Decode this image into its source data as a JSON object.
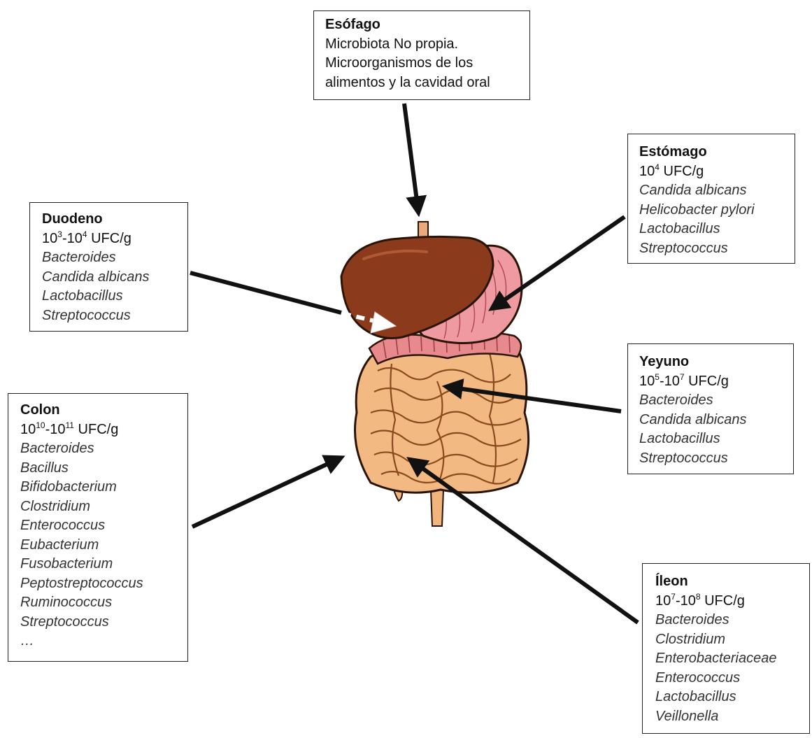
{
  "boxes": {
    "esofago": {
      "title": "Esófago",
      "lines": [
        "Microbiota No propia.",
        "Microorganismos de los",
        "alimentos y la cavidad oral"
      ]
    },
    "estomago": {
      "title": "Estómago",
      "count": {
        "base": "10",
        "exp": "4",
        "unit": " UFC/g"
      },
      "species": [
        "Candida albicans",
        "Helicobacter pylori",
        "Lactobacillus",
        "Streptococcus"
      ]
    },
    "duodeno": {
      "title": "Duodeno",
      "count": {
        "base1": "10",
        "exp1": "3",
        "sep": "-10",
        "exp2": "4",
        "unit": " UFC/g"
      },
      "species": [
        "Bacteroides",
        "Candida albicans",
        "Lactobacillus",
        "Streptococcus"
      ]
    },
    "yeyuno": {
      "title": "Yeyuno",
      "count": {
        "base1": "10",
        "exp1": "5",
        "sep": "-10",
        "exp2": "7",
        "unit": " UFC/g"
      },
      "species": [
        "Bacteroides",
        "Candida albicans",
        "Lactobacillus",
        "Streptococcus"
      ]
    },
    "colon": {
      "title": "Colon",
      "count": {
        "base1": "10",
        "exp1": "10",
        "sep": "-10",
        "exp2": "11",
        "unit": " UFC/g"
      },
      "species": [
        "Bacteroides",
        "Bacillus",
        "Bifidobacterium",
        "Clostridium",
        "Enterococcus",
        "Eubacterium",
        "Fusobacterium",
        "Peptostreptococcus",
        "Ruminococcus",
        "Streptococcus",
        "…"
      ]
    },
    "ileon": {
      "title": "Íleon",
      "count": {
        "base1": "10",
        "exp1": "7",
        "sep": "-10",
        "exp2": "8",
        "unit": " UFC/g"
      },
      "species": [
        "Bacteroides",
        "Clostridium",
        "Enterobacteriaceae",
        "Enterococcus",
        "Lactobacillus",
        "Veillonella"
      ]
    }
  },
  "colors": {
    "liver": "#8b3a1c",
    "stomach": "#e98a8f",
    "small_intestine": "#f0b47c",
    "outline": "#2a1408",
    "arrow": "#111111"
  }
}
